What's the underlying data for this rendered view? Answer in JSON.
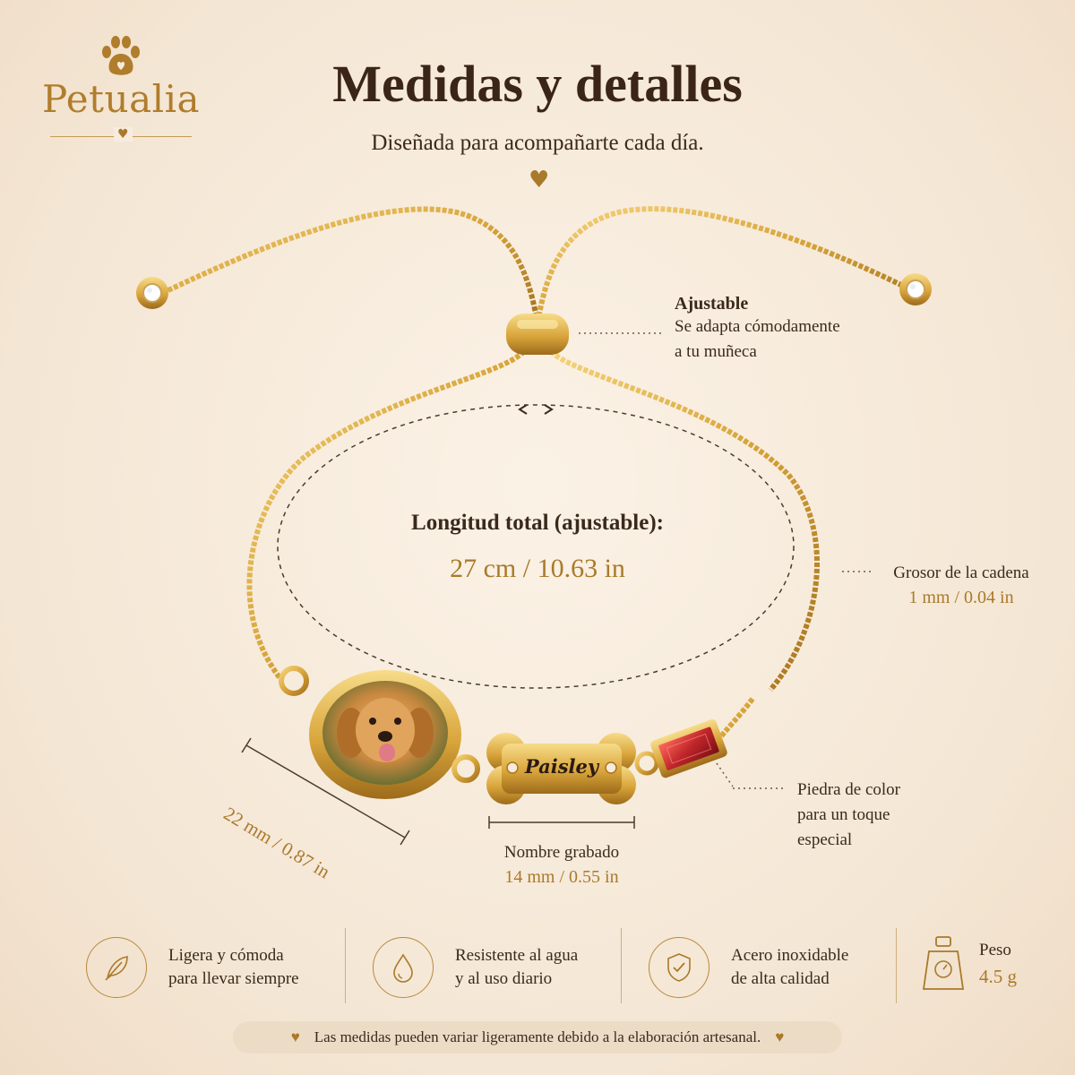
{
  "brand": {
    "name": "Petualia"
  },
  "header": {
    "title": "Medidas y detalles",
    "subtitle": "Diseñada para acompañarte cada día."
  },
  "callouts": {
    "adjustable": {
      "title": "Ajustable",
      "line1": "Se adapta cómodamente",
      "line2": "a tu muñeca"
    },
    "length": {
      "label": "Longitud total (ajustable):",
      "value": "27 cm / 10.63 in"
    },
    "chain": {
      "label": "Grosor de la cadena",
      "value": "1 mm / 0.04 in"
    },
    "photo": {
      "value": "22 mm / 0.87 in"
    },
    "name": {
      "label": "Nombre grabado",
      "value": "14 mm / 0.55 in",
      "engraving": "Paisley"
    },
    "stone": {
      "line1": "Piedra de color",
      "line2": "para un toque",
      "line3": "especial"
    }
  },
  "features": [
    {
      "icon": "feather-icon",
      "text": "Ligera y cómoda\npara llevar siempre"
    },
    {
      "icon": "water-drop-icon",
      "text": "Resistente al agua\ny al uso diario"
    },
    {
      "icon": "shield-check-icon",
      "text": "Acero inoxidable\nde alta calidad"
    },
    {
      "icon": "scale-icon",
      "label": "Peso",
      "value": "4.5 g"
    }
  ],
  "footer": {
    "note": "Las medidas pueden variar ligeramente debido a la elaboración artesanal."
  },
  "colors": {
    "background": "#f6eadc",
    "gold": "#a97a2a",
    "dark_text": "#3a2a1c",
    "stone_red": "#c0262b"
  }
}
